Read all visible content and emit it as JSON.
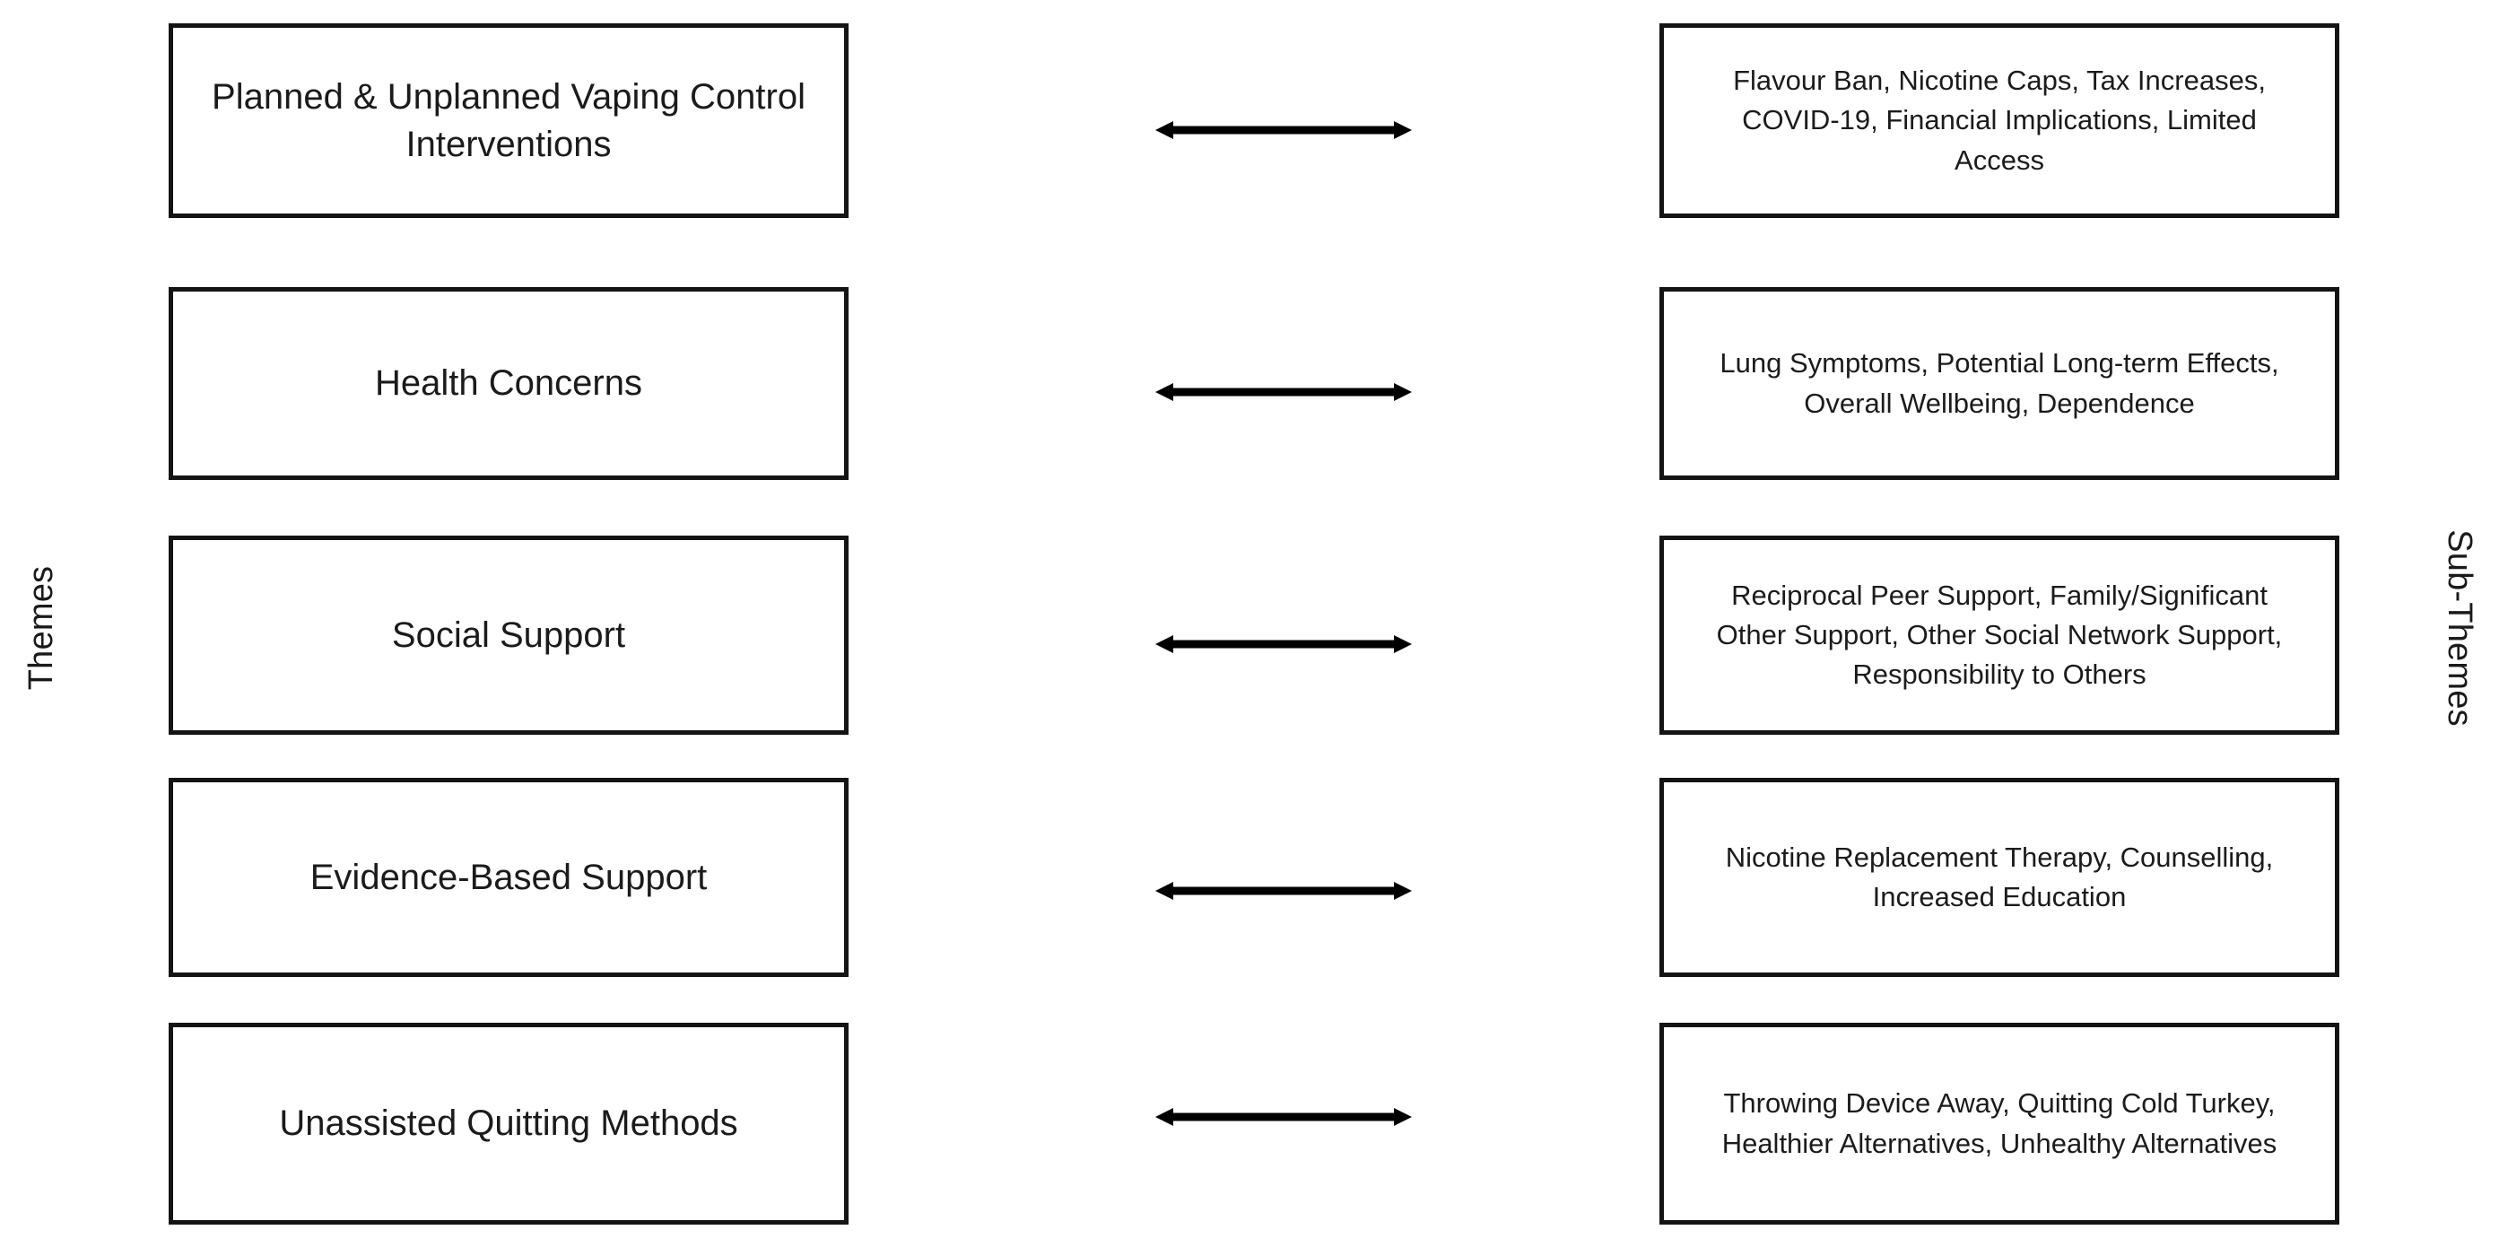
{
  "diagram": {
    "type": "themes-to-subthemes-mapping",
    "left_axis_label": "Themes",
    "right_axis_label": "Sub-Themes",
    "connector_icon": "double-headed-arrow",
    "colors": {
      "background": "#ffffff",
      "box_border": "#141414",
      "text": "#1b1b1b",
      "arrow": "#000000"
    },
    "rows": [
      {
        "theme": "Planned & Unplanned Vaping Control Interventions",
        "subthemes_text": "Flavour Ban, Nicotine Caps, Tax Increases, COVID-19, Financial Implications, Limited Access",
        "subthemes": [
          "Flavour Ban",
          "Nicotine Caps",
          "Tax Increases",
          "COVID-19",
          "Financial Implications",
          "Limited Access"
        ]
      },
      {
        "theme": "Health Concerns",
        "subthemes_text": "Lung Symptoms, Potential Long-term Effects, Overall Wellbeing, Dependence",
        "subthemes": [
          "Lung Symptoms",
          "Potential Long-term Effects",
          "Overall Wellbeing",
          "Dependence"
        ]
      },
      {
        "theme": "Social Support",
        "subthemes_text": "Reciprocal Peer Support, Family/Significant Other Support, Other Social Network Support, Responsibility to Others",
        "subthemes": [
          "Reciprocal Peer Support",
          "Family/Significant Other Support",
          "Other Social Network Support",
          "Responsibility to Others"
        ]
      },
      {
        "theme": "Evidence-Based Support",
        "subthemes_text": "Nicotine Replacement Therapy, Counselling, Increased Education",
        "subthemes": [
          "Nicotine Replacement Therapy",
          "Counselling",
          "Increased Education"
        ]
      },
      {
        "theme": "Unassisted Quitting Methods",
        "subthemes_text": "Throwing Device Away, Quitting Cold Turkey, Healthier Alternatives, Unhealthy Alternatives",
        "subthemes": [
          "Throwing Device Away",
          "Quitting Cold Turkey",
          "Healthier Alternatives",
          "Unhealthy Alternatives"
        ]
      }
    ]
  }
}
